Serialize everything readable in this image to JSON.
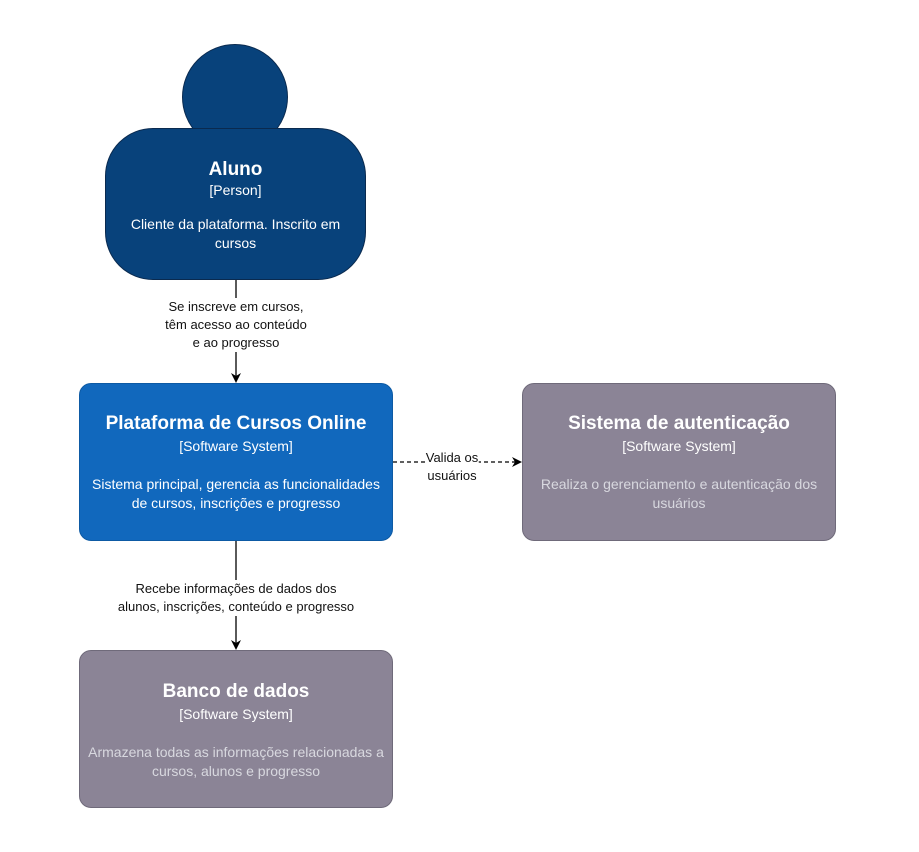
{
  "nodes": {
    "aluno": {
      "title": "Aluno",
      "type": "[Person]",
      "description": "Cliente da plataforma. Inscrito em cursos",
      "color": "#08427b"
    },
    "plataforma": {
      "title": "Plataforma de Cursos Online",
      "type": "[Software System]",
      "description": "Sistema principal, gerencia as funcionalidades de cursos, inscrições e progresso",
      "color": "#1168bd"
    },
    "autenticacao": {
      "title": "Sistema de autenticação",
      "type": "[Software System]",
      "description": "Realiza o gerenciamento e autenticação dos usuários",
      "color": "#8b8496"
    },
    "banco": {
      "title": "Banco de dados",
      "type": "[Software System]",
      "description": "Armazena todas as informações relacionadas a cursos, alunos e progresso",
      "color": "#8b8496"
    }
  },
  "edges": {
    "aluno_plataforma": {
      "label_lines": [
        "Se inscreve em cursos,",
        "têm acesso ao conteúdo",
        "e ao progresso"
      ],
      "style": "solid"
    },
    "plataforma_autenticacao": {
      "label_lines": [
        "Valida os",
        "usuários"
      ],
      "style": "dashed"
    },
    "plataforma_banco": {
      "label_lines": [
        "Recebe informações de dados dos",
        "alunos, inscrições, conteúdo e progresso"
      ],
      "style": "solid"
    }
  }
}
